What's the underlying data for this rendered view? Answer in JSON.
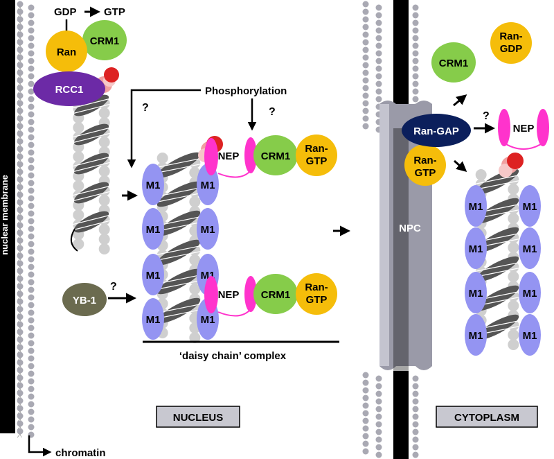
{
  "labels": {
    "nuclear_membrane": "nuclear membrane",
    "chromatin": "chromatin",
    "gdp": "GDP",
    "gtp": "GTP",
    "ran": "Ran",
    "crm1": "CRM1",
    "rcc1": "RCC1",
    "phosphorylation": "Phosphorylation",
    "question": "?",
    "nep": "NEP",
    "ran_gtp_line1": "Ran-",
    "ran_gtp_line2": "GTP",
    "ran_gdp_line1": "Ran-",
    "ran_gdp_line2": "GDP",
    "m1": "M1",
    "yb1": "YB-1",
    "daisy_chain": "‘daisy chain’ complex",
    "nucleus": "NUCLEUS",
    "cytoplasm": "CYTOPLASM",
    "npc": "NPC",
    "ran_gap": "Ran-GAP"
  },
  "colors": {
    "membrane": "#000000",
    "lipid_head": "#a9a9b3",
    "ran": "#f5bd0a",
    "crm1": "#86cc4a",
    "rcc1": "#6c2aa6",
    "nep": "#ff33cc",
    "m1": "#9494f2",
    "yb1": "#6b6b4f",
    "ran_gap": "#0b1f5c",
    "npc": "#9a9aa8",
    "rnp_dark": "#555555",
    "rnp_light": "#cfcfcf",
    "box_fill": "#c8c8d0"
  }
}
